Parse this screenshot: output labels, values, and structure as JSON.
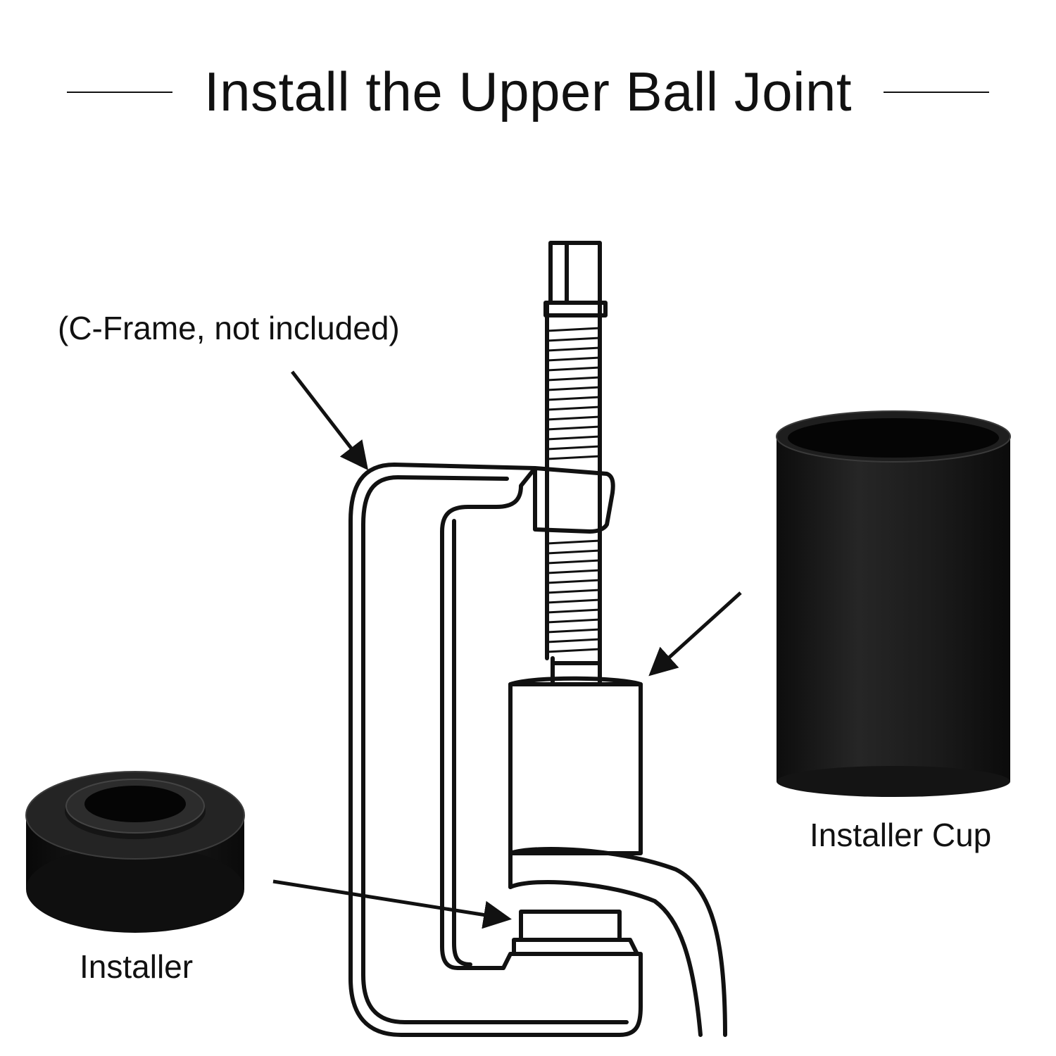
{
  "title": "Install the Upper Ball Joint",
  "labels": {
    "c_frame": "(C-Frame, not included)",
    "installer_cup": "Installer Cup",
    "installer": "Installer"
  },
  "colors": {
    "ink": "#111111",
    "tool_black": "#1c1c1c",
    "background": "#ffffff"
  }
}
